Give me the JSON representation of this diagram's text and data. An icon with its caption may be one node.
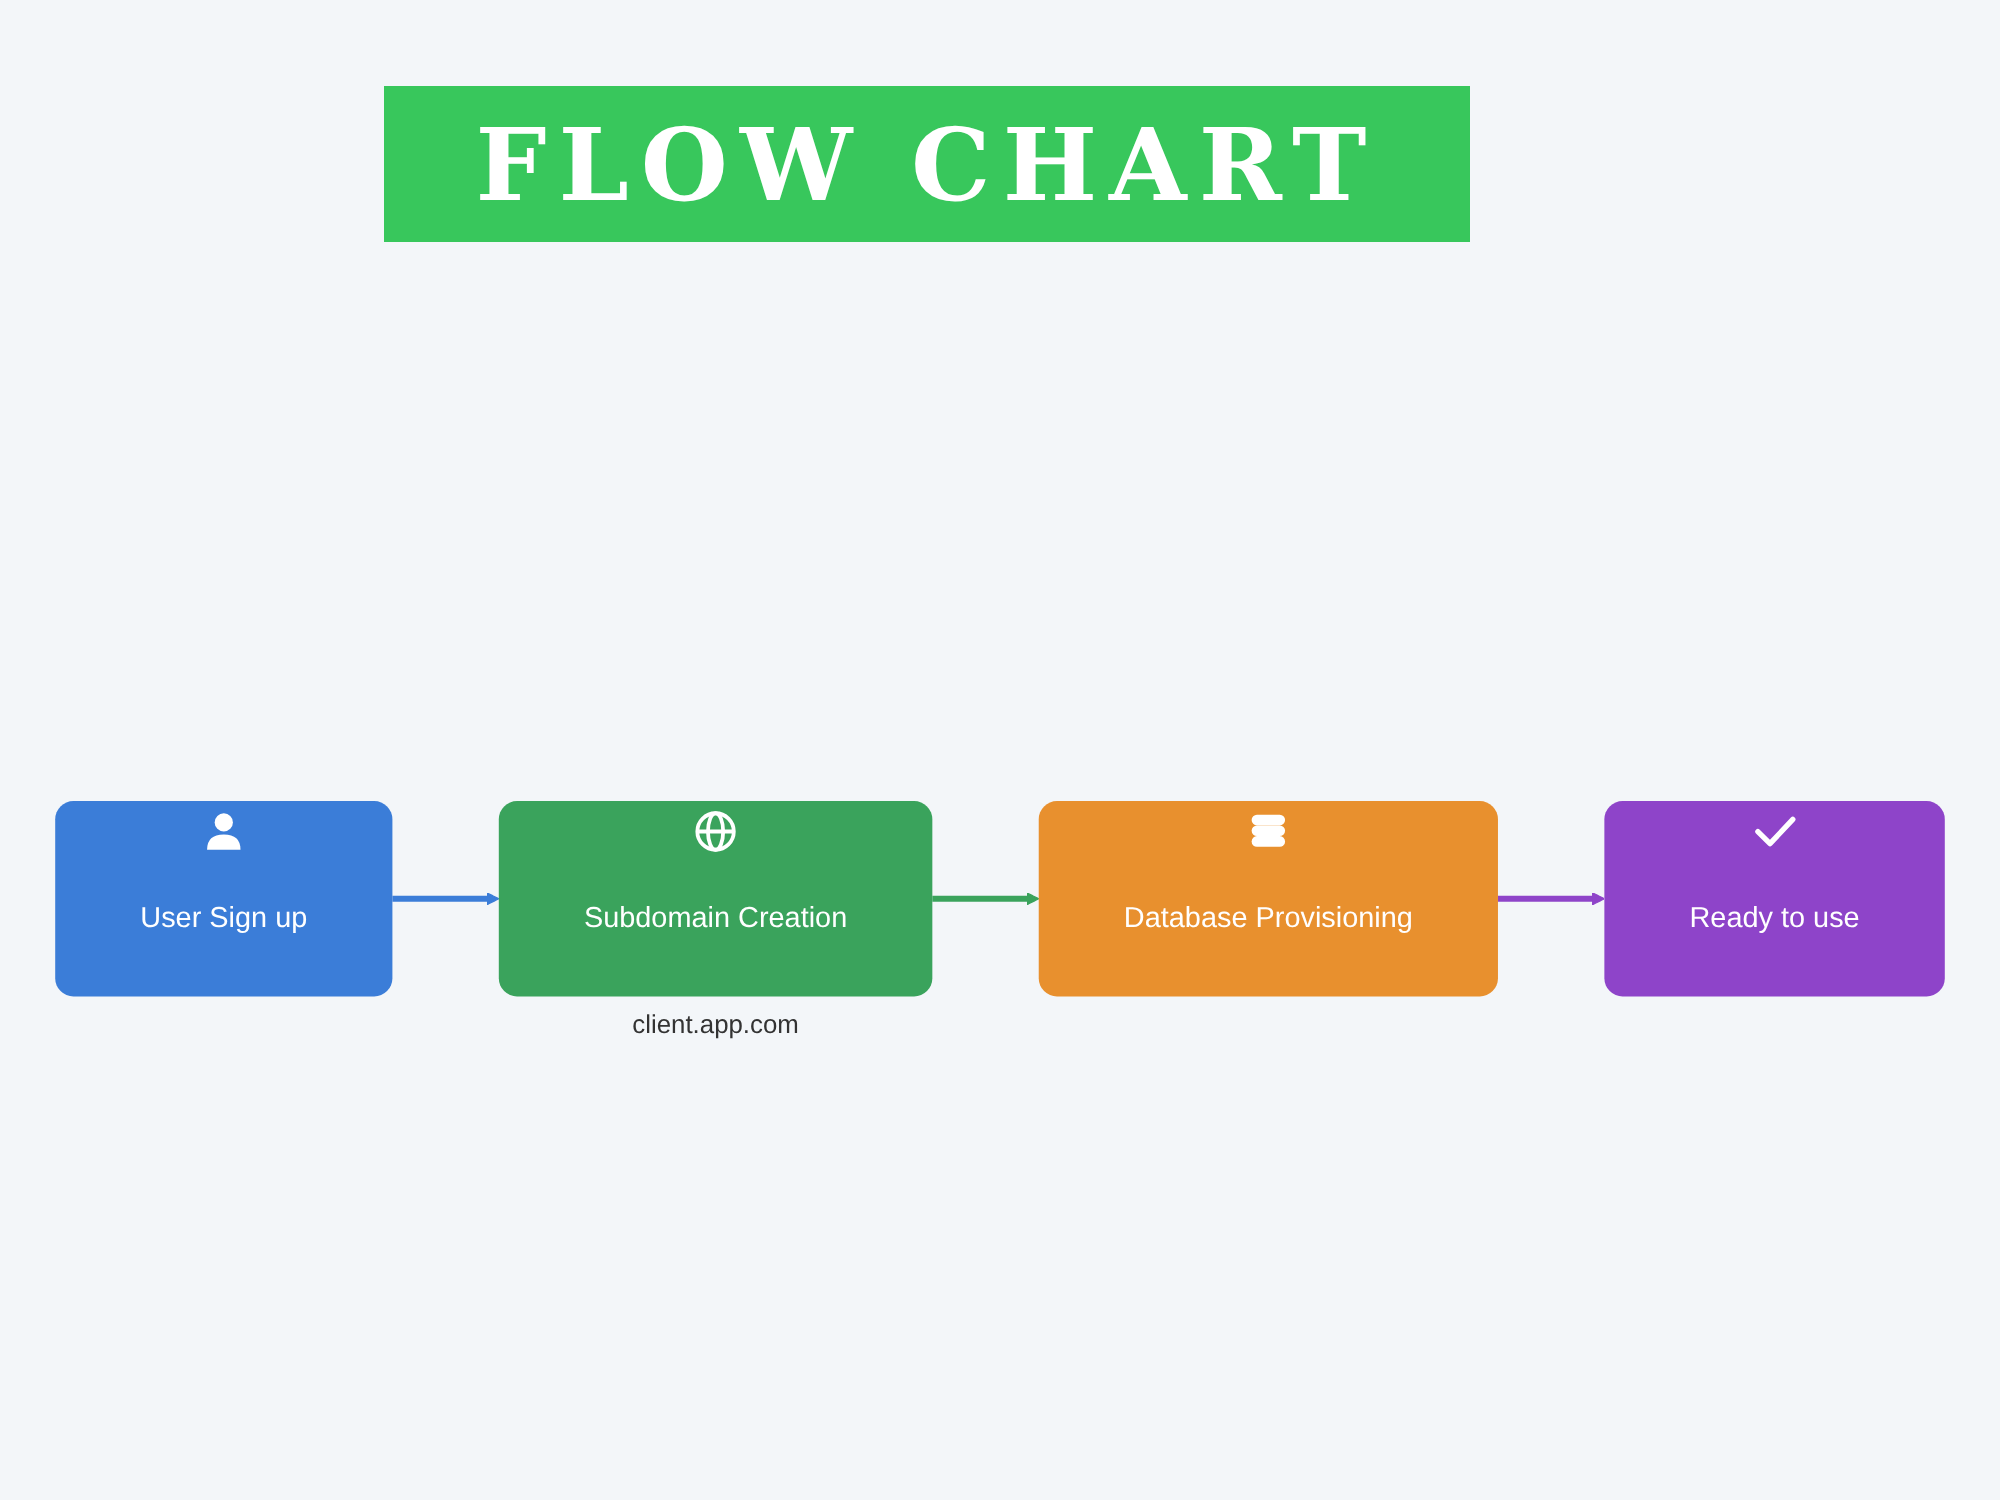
{
  "diagram": {
    "title": "FLOW CHART",
    "nodes": [
      {
        "text": [
          "User Sign up"
        ]
      },
      {
        "text": [
          "Subdomain Creation"
        ],
        "beside": [
          "client.app.com"
        ]
      },
      {
        "text": [
          "Database Provisioning"
        ]
      },
      {
        "text": [
          "Ready to use"
        ]
      }
    ],
    "edges": [
      {
        "from": 0,
        "to": 1,
        "arrow": "to",
        "color": "#3b7dd8"
      },
      {
        "from": 1,
        "to": 2,
        "arrow": "to",
        "color": "#3aa35c"
      },
      {
        "from": 2,
        "to": 3,
        "arrow": "to",
        "color": "#8e44c9"
      }
    ]
  }
}
